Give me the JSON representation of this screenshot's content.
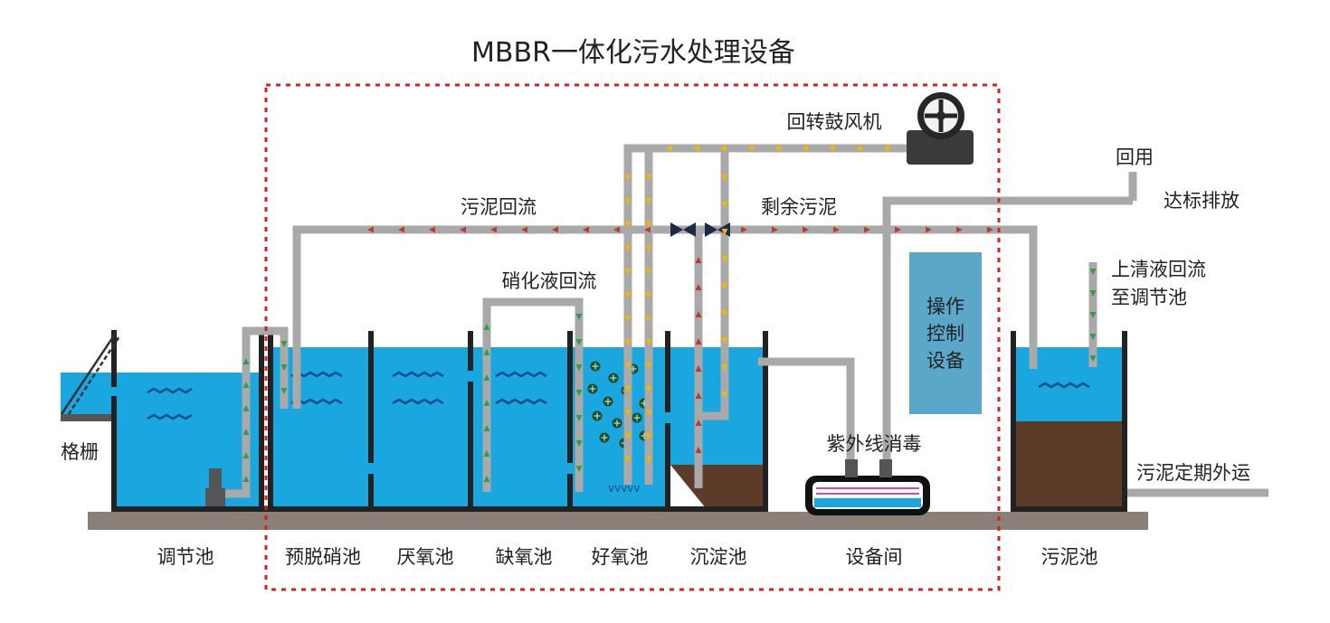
{
  "title": "MBBR一体化污水处理设备",
  "labels": {
    "blower": "回转鼓风机",
    "sludge_return": "污泥回流",
    "excess_sludge": "剩余污泥",
    "reuse": "回用",
    "discharge": "达标排放",
    "nitrification_return": "硝化液回流",
    "supernatant_return_1": "上清液回流",
    "supernatant_return_2": "至调节池",
    "grille": "格栅",
    "uv": "紫外线消毒",
    "sludge_transport": "污泥定期外运",
    "control_1": "操作",
    "control_2": "控制",
    "control_3": "设备"
  },
  "tanks": {
    "regulating": "调节池",
    "pre_denitrification": "预脱硝池",
    "anaerobic": "厌氧池",
    "anoxic": "缺氧池",
    "aerobic": "好氧池",
    "sedimentation": "沉淀池",
    "equipment_room": "设备间",
    "sludge_tank": "污泥池"
  },
  "colors": {
    "water": "#1aa7e0",
    "pipe": "#a9a9a9",
    "sludge": "#5c3b28",
    "wall": "#222222",
    "ground": "#8a8078",
    "boundary": "#d62020",
    "control_box": "#5ba7c9",
    "arrow_red": "#c0392b",
    "arrow_yellow": "#f2b800",
    "arrow_green": "#2e9e4a"
  }
}
